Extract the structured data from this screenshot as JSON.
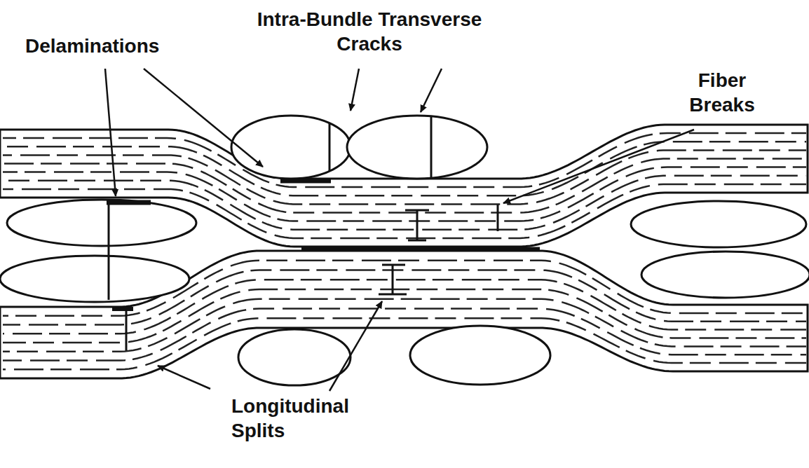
{
  "diagram": {
    "labels": [
      "Delaminations",
      "Intra-Bundle Transverse Cracks",
      "Fiber Breaks",
      "Longitudinal Splits"
    ]
  }
}
